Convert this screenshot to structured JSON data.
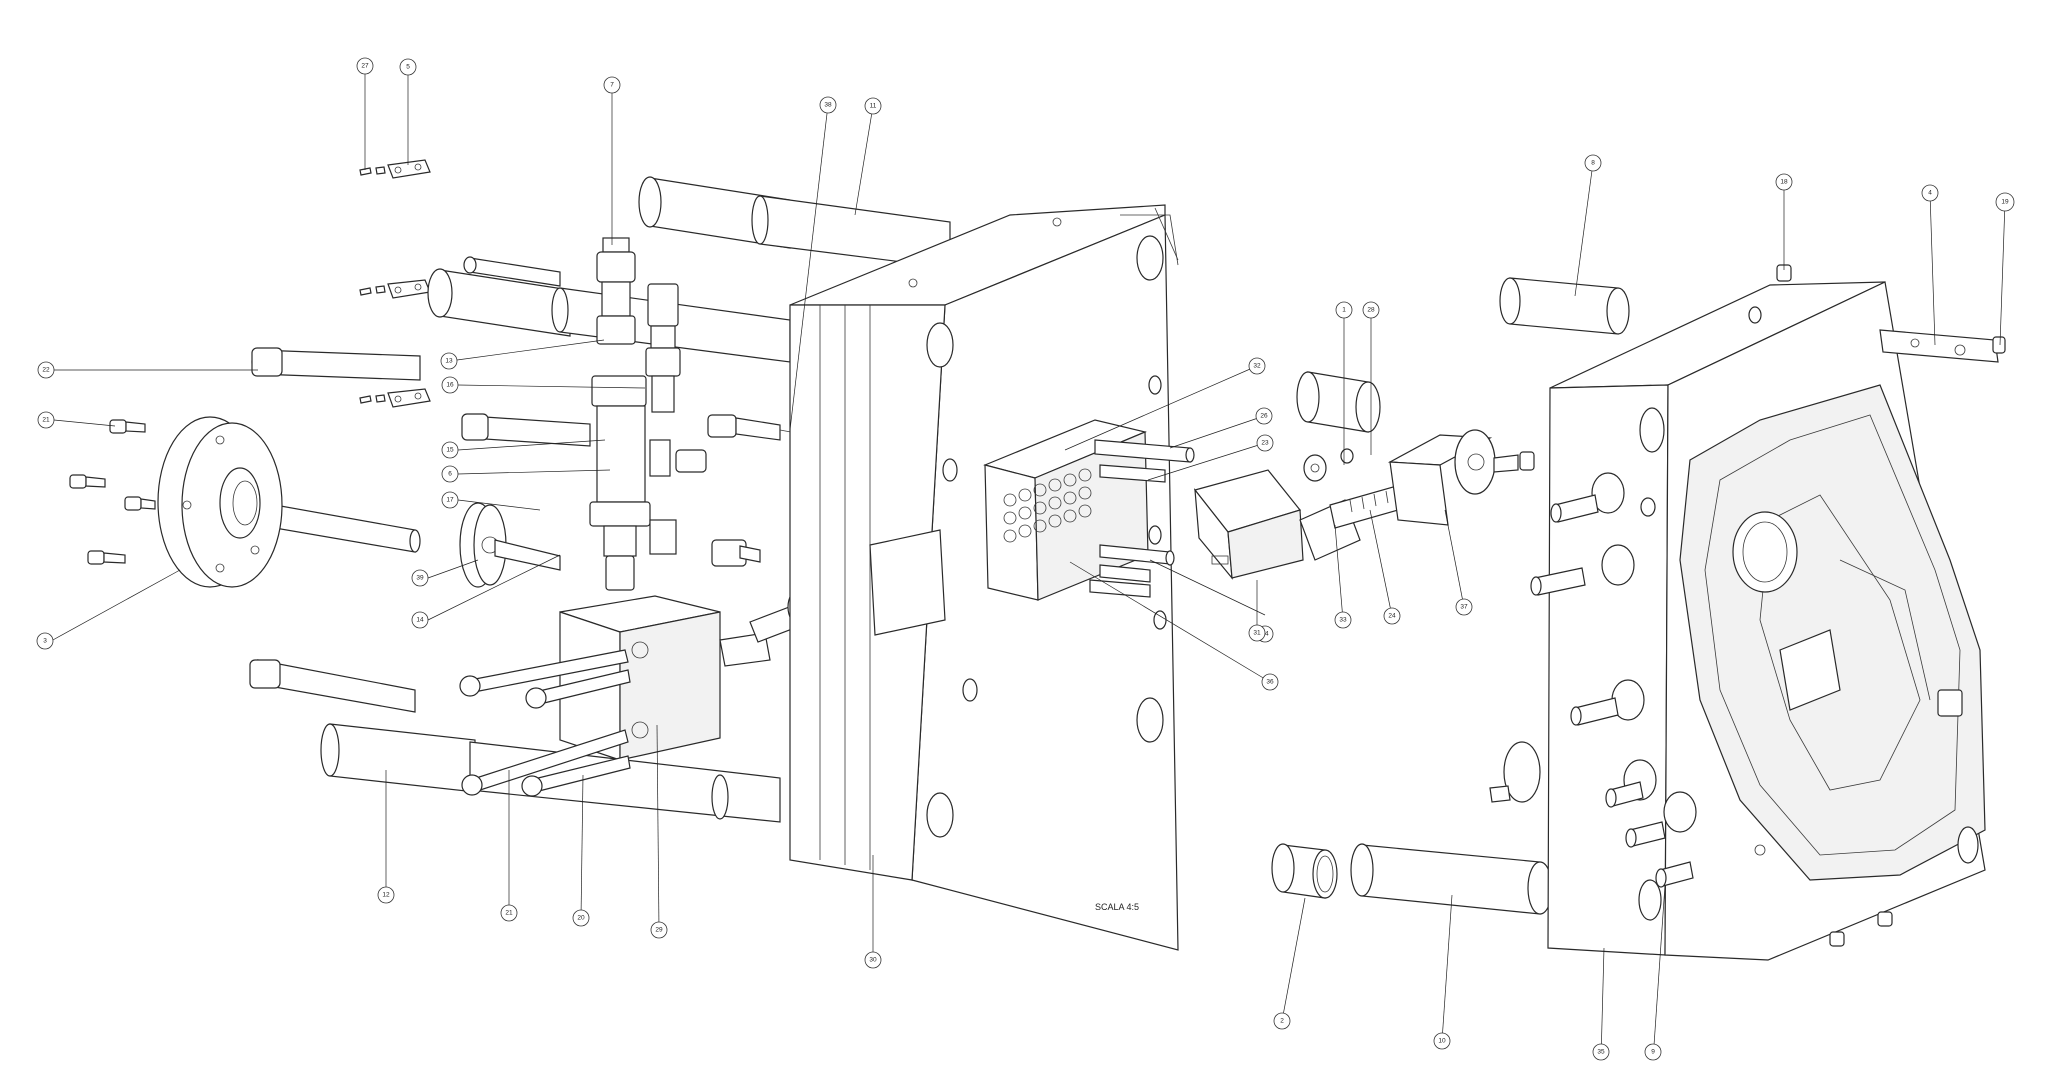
{
  "drawing": {
    "scale_note": "SCALA 4:5",
    "callouts": [
      {
        "label": "27"
      },
      {
        "label": "5"
      },
      {
        "label": "7"
      },
      {
        "label": "38"
      },
      {
        "label": "11"
      },
      {
        "label": "13"
      },
      {
        "label": "16"
      },
      {
        "label": "22"
      },
      {
        "label": "21"
      },
      {
        "label": "15"
      },
      {
        "label": "6"
      },
      {
        "label": "17"
      },
      {
        "label": "39"
      },
      {
        "label": "14"
      },
      {
        "label": "3"
      },
      {
        "label": "32"
      },
      {
        "label": "26"
      },
      {
        "label": "23"
      },
      {
        "label": "34"
      },
      {
        "label": "36"
      },
      {
        "label": "31"
      },
      {
        "label": "1"
      },
      {
        "label": "28"
      },
      {
        "label": "33"
      },
      {
        "label": "24"
      },
      {
        "label": "37"
      },
      {
        "label": "8"
      },
      {
        "label": "18"
      },
      {
        "label": "4"
      },
      {
        "label": "19"
      },
      {
        "label": "12"
      },
      {
        "label": "21"
      },
      {
        "label": "20"
      },
      {
        "label": "29"
      },
      {
        "label": "30"
      },
      {
        "label": "2"
      },
      {
        "label": "10"
      },
      {
        "label": "35"
      },
      {
        "label": "9"
      }
    ]
  }
}
